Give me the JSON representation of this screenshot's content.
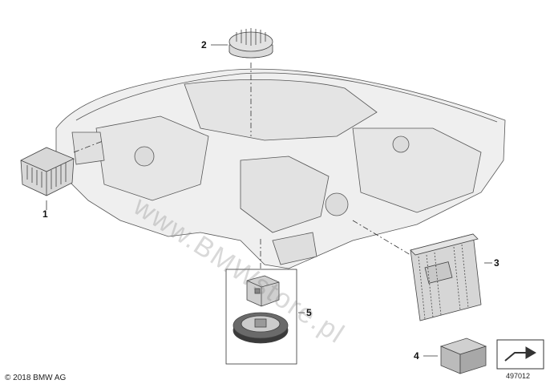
{
  "callouts": [
    {
      "number": "1",
      "part": "headlight-driver-module"
    },
    {
      "number": "2",
      "part": "led-cooling-module"
    },
    {
      "number": "3",
      "part": "led-control-unit"
    },
    {
      "number": "4",
      "part": "repair-kit-box"
    },
    {
      "number": "5",
      "part": "led-module-set"
    }
  ],
  "footer": {
    "copyright": "© 2018 BMW AG",
    "diagram_id": "497012"
  },
  "watermark": "www.BMWstore.pl",
  "colors": {
    "line": "#333333",
    "housing_fill": "#eeeeee",
    "part_fill": "#d8d8d8",
    "box_fill": "#bdbdbd"
  }
}
